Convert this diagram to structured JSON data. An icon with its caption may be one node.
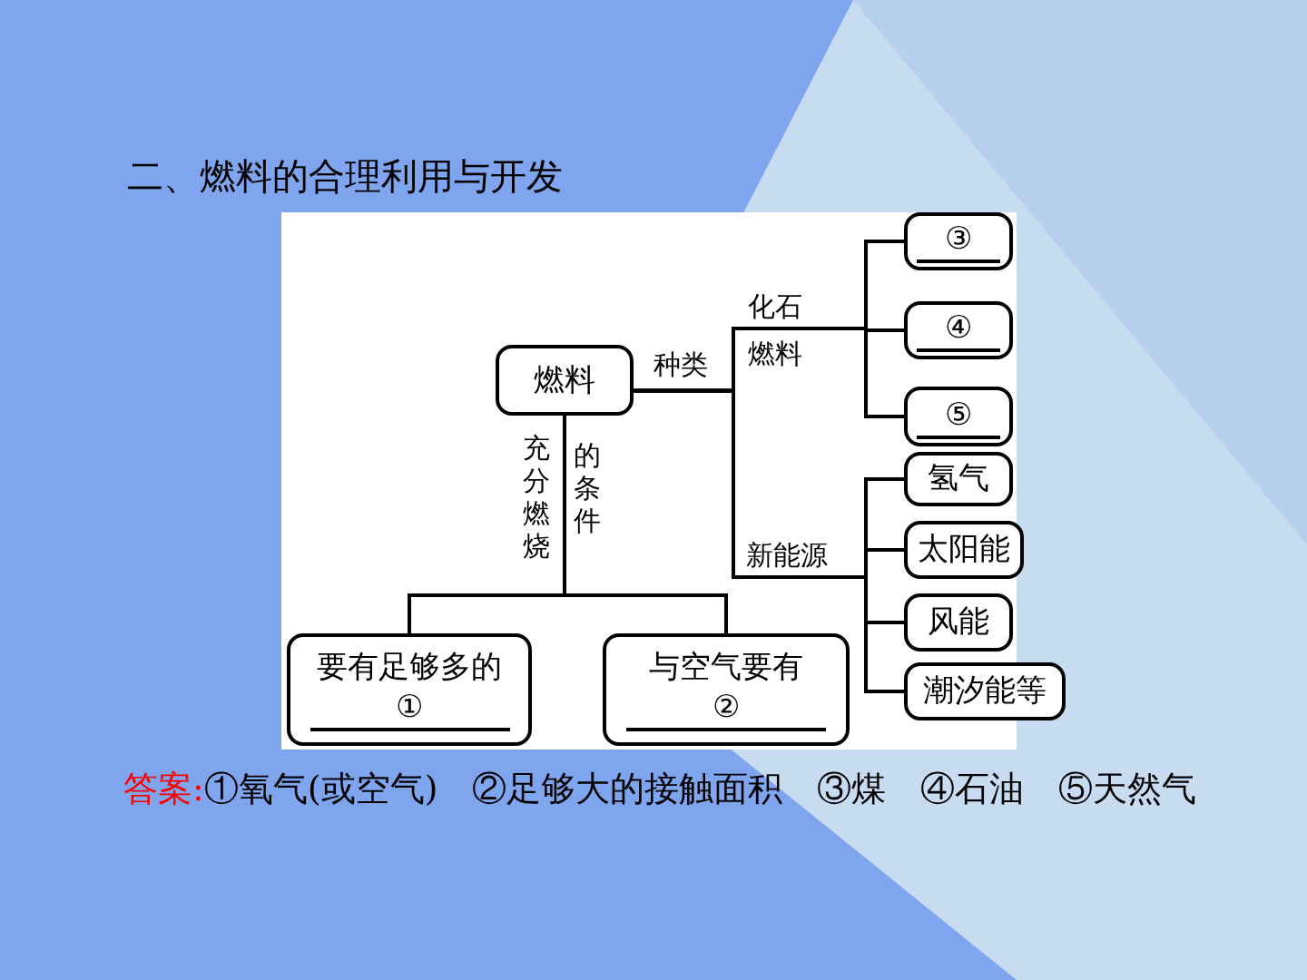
{
  "diagram": {
    "title": "二、燃料的合理利用与开发",
    "nodes": [
      {
        "text": [
          "燃料"
        ]
      },
      {
        "text": [
          "要有足够多的",
          "①"
        ]
      },
      {
        "text": [
          "与空气要有",
          "②"
        ]
      },
      {
        "text": [
          "③"
        ]
      },
      {
        "text": [
          "④"
        ]
      },
      {
        "text": [
          "⑤"
        ]
      },
      {
        "text": [
          "氢气"
        ]
      },
      {
        "text": [
          "太阳能"
        ]
      },
      {
        "text": [
          "风能"
        ]
      },
      {
        "text": [
          "潮汐能等"
        ]
      }
    ],
    "edges": [
      {
        "from": 0,
        "to": 1,
        "arrow": "none"
      },
      {
        "from": 0,
        "to": 2,
        "arrow": "none"
      },
      {
        "from": 0,
        "to": 3,
        "arrow": "none"
      },
      {
        "from": 0,
        "to": 4,
        "arrow": "none"
      },
      {
        "from": 0,
        "to": 5,
        "arrow": "none"
      },
      {
        "from": 0,
        "to": 6,
        "arrow": "none"
      },
      {
        "from": 0,
        "to": 7,
        "arrow": "none"
      },
      {
        "from": 0,
        "to": 8,
        "arrow": "none"
      },
      {
        "from": 0,
        "to": 9,
        "arrow": "none"
      }
    ],
    "labels": [
      "种类",
      "化石燃料",
      "新能源",
      "充分燃烧",
      "的条件",
      "答案:",
      "①氧气(或空气)　②足够大的接触面积　③煤　④石油　⑤天然气"
    ]
  }
}
